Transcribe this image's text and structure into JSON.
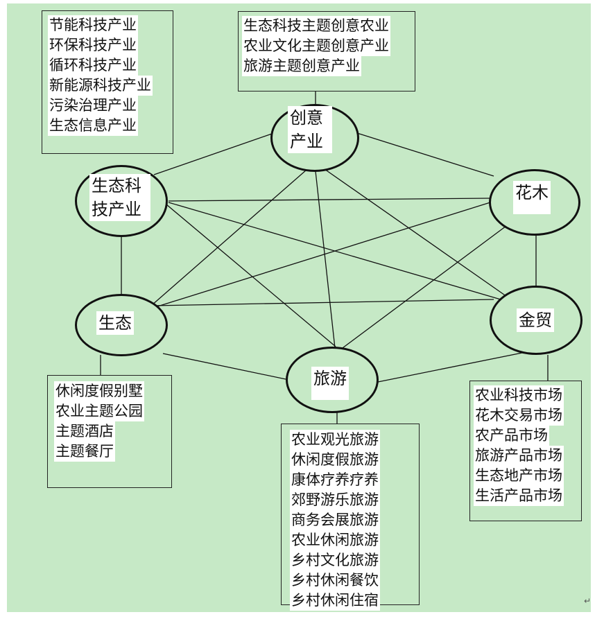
{
  "nodes": {
    "creative": "创意\n产业",
    "eco_tech": "生态科\n技产业",
    "flower": "花木",
    "eco": "生态",
    "trade": "金贸",
    "tourism": "旅游"
  },
  "boxes": {
    "eco_tech": [
      "节能科技产业",
      "环保科技产业",
      "循环科技产业",
      "新能源科技产业",
      "污染治理产业",
      "生态信息产业"
    ],
    "creative": [
      "生态科技主题创意农业",
      "农业文化主题创意产业",
      "旅游主题创意产业"
    ],
    "eco": [
      "休闲度假别墅",
      "农业主题公园",
      "主题酒店",
      "主题餐厅"
    ],
    "tourism": [
      "农业观光旅游",
      "休闲度假旅游",
      "康体疗养疗养",
      "郊野游乐旅游",
      "商务会展旅游",
      "农业休闲旅游",
      "乡村文化旅游",
      "乡村休闲餐饮",
      "乡村休闲住宿"
    ],
    "trade": [
      "农业科技市场",
      "花木交易市场",
      "农产品市场",
      "旅游产品市场",
      "生态地产市场",
      "生活产品市场"
    ]
  },
  "colors": {
    "background": "#c6e9c6",
    "line": "#111111"
  }
}
